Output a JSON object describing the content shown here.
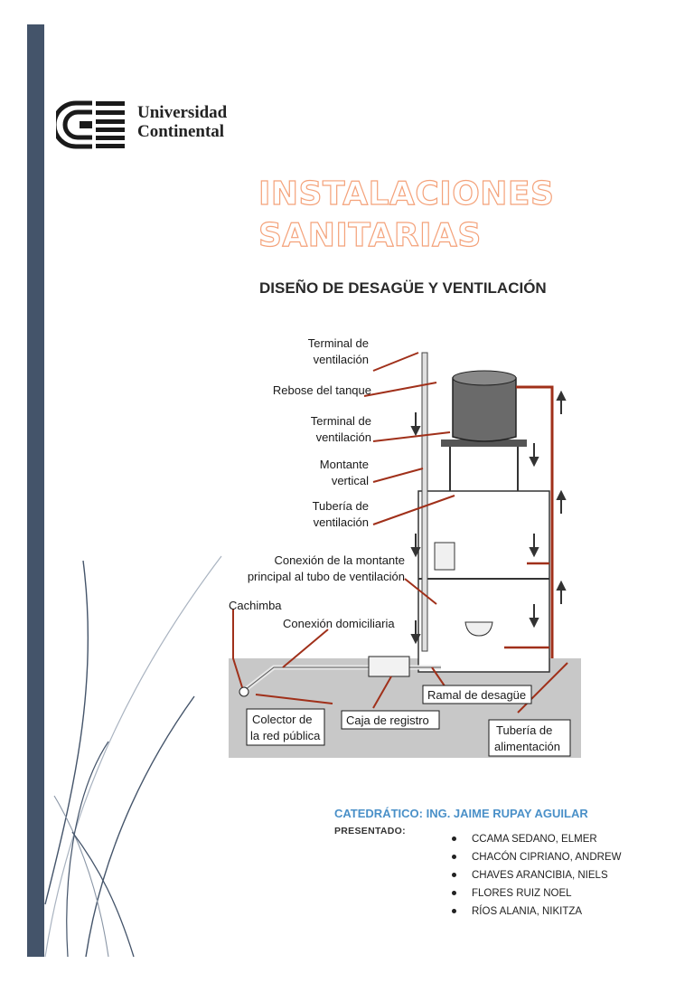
{
  "university": {
    "line1": "Universidad",
    "line2": "Continental"
  },
  "title": {
    "line1": "INSTALACIONES",
    "line2": "SANITARIAS"
  },
  "subtitle": "DISEÑO DE DESAGÜE Y VENTILACIÓN",
  "diagram": {
    "labels": {
      "terminal_ventilacion_1a": "Terminal de",
      "terminal_ventilacion_1b": "ventilación",
      "rebose": "Rebose del tanque",
      "terminal_ventilacion_2a": "Terminal de",
      "terminal_ventilacion_2b": "ventilación",
      "montante_a": "Montante",
      "montante_b": "vertical",
      "tuberia_vent_a": "Tubería de",
      "tuberia_vent_b": "ventilación",
      "conexion_a": "Conexión de la montante",
      "conexion_b": "principal al tubo de ventilación",
      "cachimba": "Cachimba",
      "conexion_dom": "Conexión domiciliaria",
      "ramal": "Ramal de desagüe",
      "colector_a": "Colector de",
      "colector_b": "la red pública",
      "caja": "Caja de registro",
      "alimentacion_a": "Tubería de",
      "alimentacion_b": "alimentación"
    }
  },
  "catedratico": "CATEDRÁTICO: ING. JAIME RUPAY AGUILAR",
  "presentado_label": "PRESENTADO:",
  "students": [
    "CCAMA SEDANO, ELMER",
    "CHACÓN CIPRIANO, ANDREW",
    "CHAVES ARANCIBIA, NIELS",
    "FLORES RUIZ NOEL",
    "RÍOS ALANIA, NIKITZA"
  ],
  "colors": {
    "sidebar": "#44546a",
    "title_outline": "#f4a27a",
    "catedratico": "#4a90c8",
    "arrows": "#a0301a"
  }
}
